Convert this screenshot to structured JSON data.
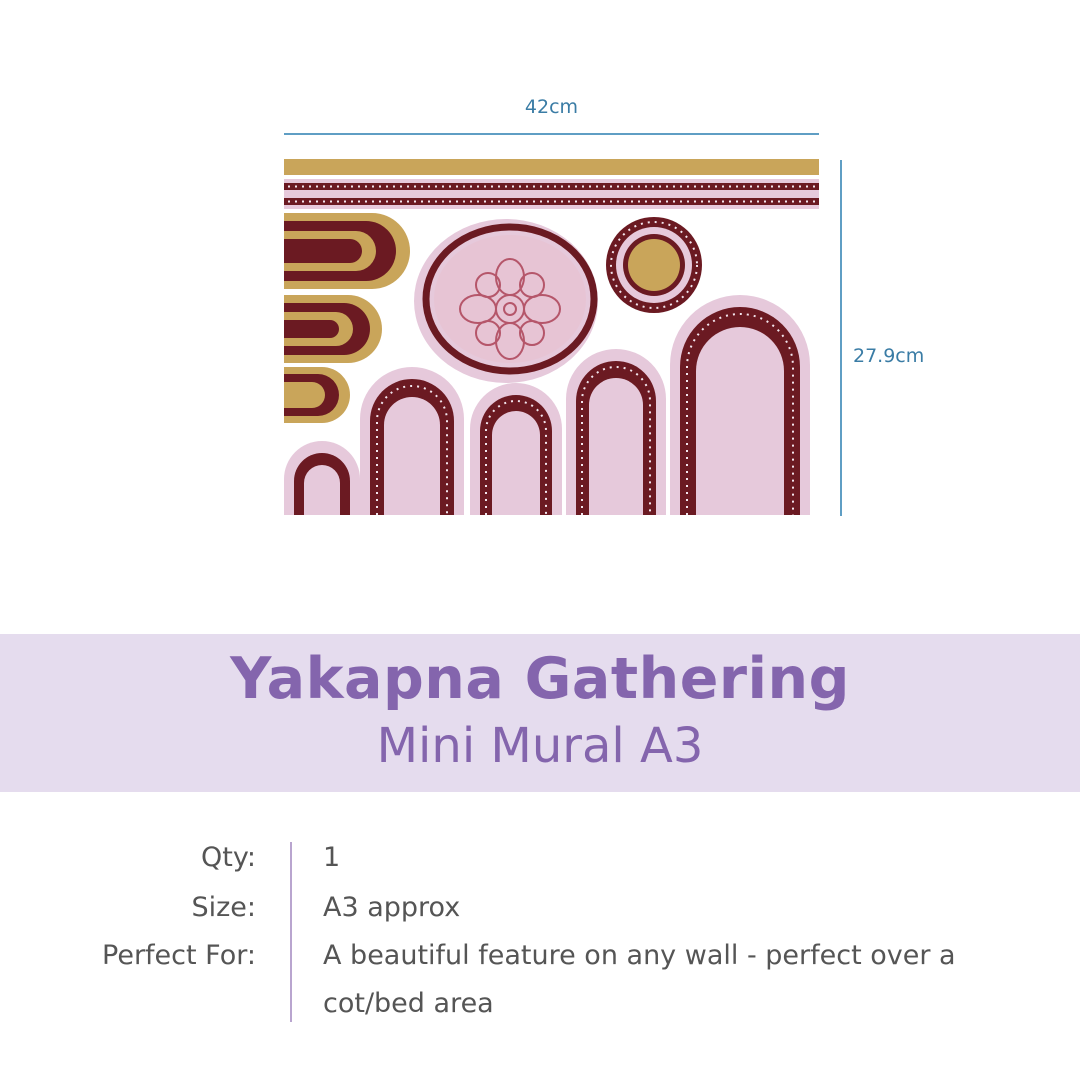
{
  "dimensions": {
    "width_label": "42cm",
    "height_label": "27.9cm"
  },
  "product": {
    "title": "Yakapna Gathering",
    "subtitle": "Mini Mural A3"
  },
  "details": {
    "qty_label": "Qty:",
    "qty_value": "1",
    "size_label": "Size:",
    "size_value": "A3 approx",
    "perfect_for_label": "Perfect For:",
    "perfect_for_value": "A beautiful feature on any wall - perfect over a cot/bed area"
  },
  "colors": {
    "accent": "#8465ad",
    "banner": "#e5dcee",
    "dimension": "#3a7ca5",
    "art_maroon": "#6b1a22",
    "art_pink": "#e6c9db",
    "art_gold": "#c9a55a"
  }
}
